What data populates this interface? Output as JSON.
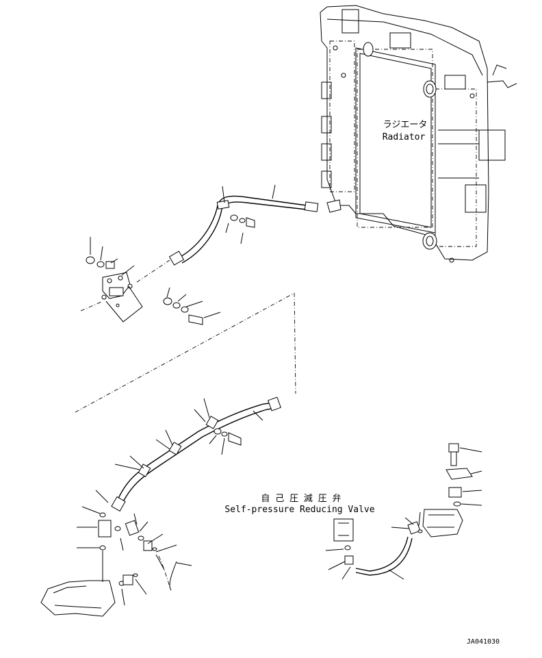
{
  "labels": {
    "radiator_jp": "ラジエータ",
    "radiator_en": "Radiator",
    "valve_jp": "自 己 圧 減 圧 弁",
    "valve_en": "Self-pressure Reducing Valve",
    "drawing_code": "JA041030"
  },
  "colors": {
    "ink": "#000000",
    "paper": "#ffffff"
  }
}
